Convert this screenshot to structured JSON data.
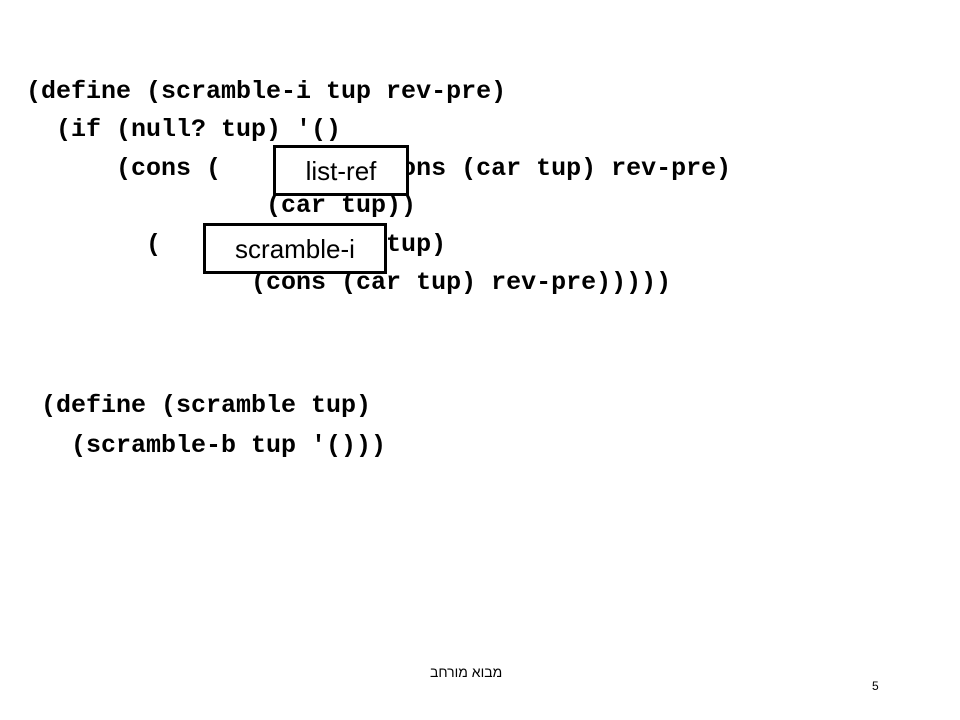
{
  "slide": {
    "code_block_1": [
      "(define (scramble-i tup rev-pre)",
      "  (if (null? tup) '()",
      "      (cons (          (cons (car tup) rev-pre)",
      "                (car tup))",
      "        (          (cdr tup)",
      "               (cons (car tup) rev-pre)))))"
    ],
    "blanks": {
      "list_ref": "list-ref",
      "scramble_i": "scramble-i"
    },
    "code_block_2": [
      "(define (scramble tup)",
      "  (scramble-b tup '()))"
    ],
    "footer": {
      "title": "מבוא מורחב",
      "page_number": "5"
    }
  }
}
